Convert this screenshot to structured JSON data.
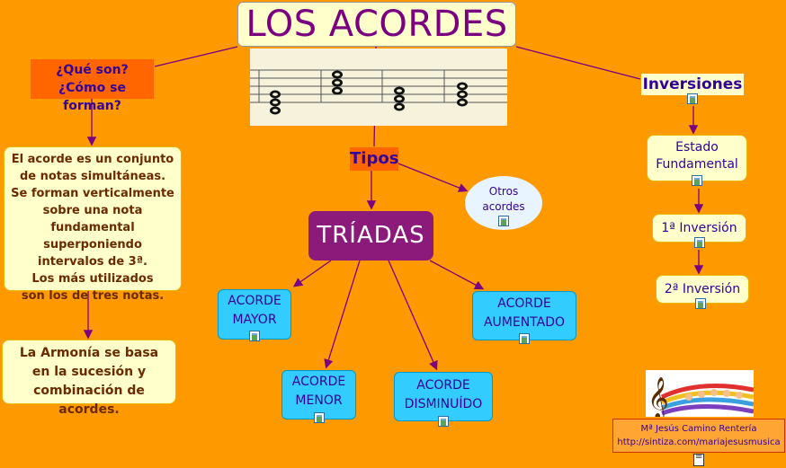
{
  "colors": {
    "background": "#FF9900",
    "connector": "#7B0080",
    "accent": "#FF6600",
    "cyan": "#33CCFF",
    "cream": "#FFFFCC"
  },
  "title": "LOS ACORDES",
  "question": {
    "line1": "¿Qué son?",
    "line2": "¿Cómo se forman?"
  },
  "definition": {
    "lines": [
      "El acorde es un conjunto",
      "de notas simultáneas.",
      "Se forman verticalmente",
      "sobre una nota",
      "fundamental superponiendo",
      "intervalos de 3ª.",
      "Los más utilizados",
      "son los de tres notas."
    ]
  },
  "armonia": {
    "lines": [
      "La Armonía se basa",
      "en la sucesión y",
      "combinación de acordes."
    ]
  },
  "tipos": "Tipos",
  "triadas": "TRÍADAS",
  "otros": {
    "line1": "Otros",
    "line2": "acordes"
  },
  "chords": {
    "mayor": {
      "line1": "ACORDE",
      "line2": "MAYOR"
    },
    "menor": {
      "line1": "ACORDE",
      "line2": "MENOR"
    },
    "disminuido": {
      "line1": "ACORDE",
      "line2": "DISMINUÍDO"
    },
    "aumentado": {
      "line1": "ACORDE",
      "line2": "AUMENTADO"
    }
  },
  "inversiones": {
    "title": "Inversiones",
    "estado": {
      "line1": "Estado",
      "line2": "Fundamental"
    },
    "primera": "1ª Inversión",
    "segunda": "2ª Inversión"
  },
  "credit": {
    "line1": "Mª Jesús Camino Rentería",
    "line2": "http://sintiza.com/mariajesusmusica"
  },
  "icons": [
    "image-icon",
    "document-icon",
    "treble-clef-icon"
  ]
}
